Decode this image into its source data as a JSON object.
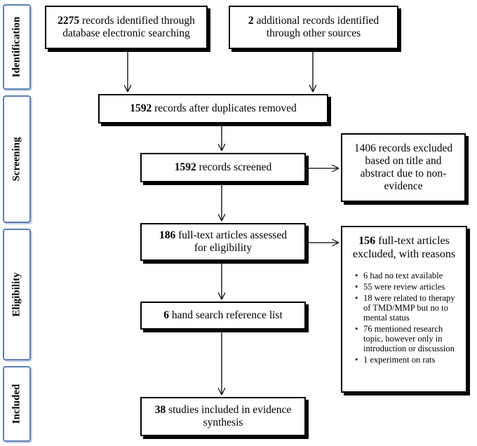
{
  "phases": {
    "identification": "Identification",
    "screening": "Screening",
    "eligibility": "Eligibility",
    "included": "Included"
  },
  "boxes": {
    "db_records": {
      "num": "2275",
      "text": " records identified through database electronic searching"
    },
    "other_records": {
      "num": "2",
      "text": " additional records identified through other sources"
    },
    "after_duplicates": {
      "num": "1592",
      "text": " records after duplicates removed"
    },
    "screened": {
      "num": "1592",
      "text": " records screened"
    },
    "excluded_title": {
      "text": "1406 records excluded based on title and abstract due to non-evidence"
    },
    "fulltext_assessed": {
      "num": "186",
      "text": " full-text articles assessed for eligibility"
    },
    "fulltext_excluded": {
      "num": "156",
      "text": " full-text articles excluded, with reasons",
      "reasons": [
        "6 had no text available",
        "55 were review articles",
        "18 were related to therapy of TMD/MMP but no to mental status",
        "76 mentioned research topic, however only in introduction or discussion",
        "1 experiment on rats"
      ]
    },
    "hand_search": {
      "num": "6",
      "text": " hand search reference list"
    },
    "included_studies": {
      "num": "38",
      "text": " studies included in evidence synthesis"
    }
  }
}
